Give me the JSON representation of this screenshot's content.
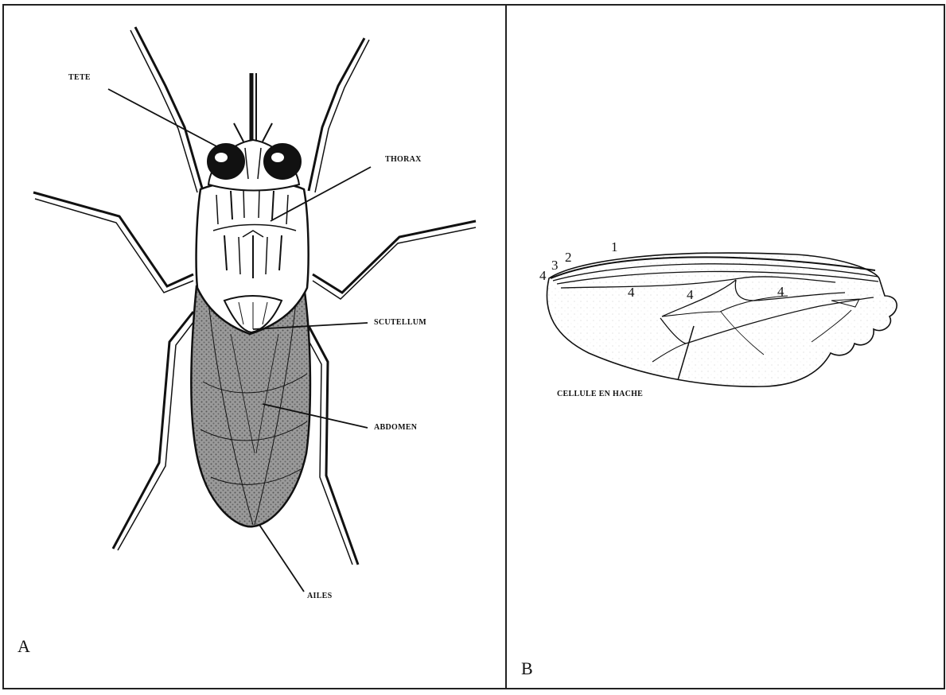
{
  "panels": {
    "a": {
      "letter": "A"
    },
    "b": {
      "letter": "B"
    }
  },
  "fly_labels": {
    "head": "TETE",
    "thorax": "THORAX",
    "scutellum": "SCUTELLUM",
    "abdomen": "ABDOMEN",
    "wings": "AILES"
  },
  "wing_labels": {
    "vein_1": "1",
    "vein_2": "2",
    "vein_3": "3",
    "vein_4_base": "4",
    "vein_4_a": "4",
    "vein_4_b": "4",
    "vein_4_c": "4",
    "cell": "CELLULE EN HACHE"
  },
  "colors": {
    "line": "#111111",
    "shade": "#8a8a8a",
    "border": "#222222"
  }
}
